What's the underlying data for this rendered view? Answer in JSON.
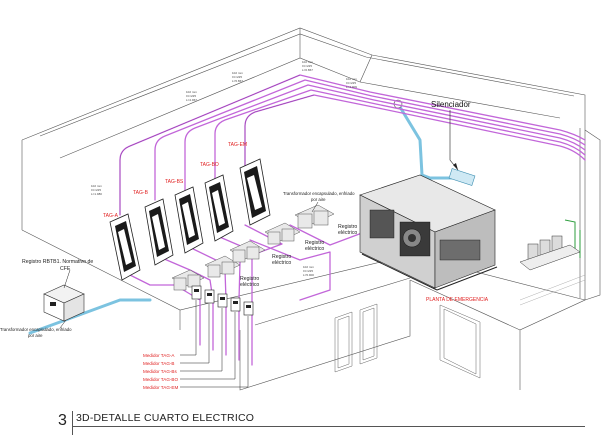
{
  "labels": {
    "silenciador": "Silenciador",
    "registro_rbtb1_l1": "Registro RBTB1. Normativo de",
    "registro_rbtb1_l2": "CFE",
    "transformador_left_l1": "Transformador encapsulado, enfriado",
    "transformador_left_l2": "por aire",
    "transformador_top_l1": "Transformador encapsulado, enfriado",
    "transformador_top_l2": "por aire",
    "registro_electrico_1a": "Registro",
    "registro_electrico_1b": "eléctrico",
    "registro_electrico_2a": "Registro",
    "registro_electrico_2b": "eléctrico",
    "registro_electrico_3a": "Registro",
    "registro_electrico_3b": "eléctrico",
    "registro_electrico_4a": "Registro",
    "registro_electrico_4b": "eléctrico",
    "planta_emergencia": "PLANTA DE EMERGENCIA"
  },
  "tags": {
    "tag_a": "TAG-A",
    "tag_b": "TAG-B",
    "tag_bs": "TAG-BS",
    "tag_bo": "TAG-BO",
    "tag_em": "TAG-EM"
  },
  "medidores": [
    "Medidor TAG-A",
    "Medidor TAG-B",
    "Medidor TAG-Bs",
    "Medidor TAG-BO",
    "Medidor TAG-EM"
  ],
  "conduit_notes": {
    "n1": [
      "102 mm",
      "l=t=225",
      "L=1.980"
    ],
    "n2": [
      "102 mm",
      "l=t=225",
      "L=4.967"
    ],
    "n3": [
      "102 mm",
      "l=t=225",
      "L=5.867"
    ],
    "n4": [
      "102 mm",
      "l=t=225",
      "L=6.867"
    ],
    "n5": [
      "102 mm",
      "l=t=225",
      "L=4.909"
    ],
    "n6": [
      "102 mm",
      "l=t=225",
      "L=5.900"
    ]
  },
  "footer": {
    "number": "3",
    "title": "3D-DETALLE CUARTO ELECTRICO"
  },
  "colors": {
    "conduit": "#c266d9",
    "conduit_dark": "#8f3fa8",
    "water": "#7cc3e0",
    "emphasis_red": "#e02020",
    "line": "#333333",
    "green": "#2e9e3e"
  }
}
